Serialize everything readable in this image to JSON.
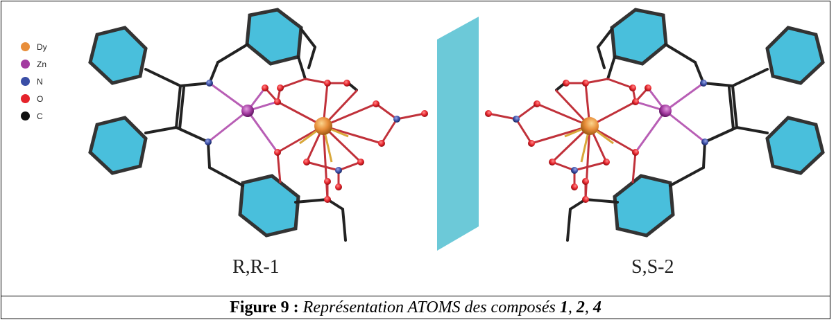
{
  "legend": [
    {
      "label": "Dy",
      "color": "#e88e3a"
    },
    {
      "label": "Zn",
      "color": "#a33aa0"
    },
    {
      "label": "N",
      "color": "#3a4ea6"
    },
    {
      "label": "O",
      "color": "#e5232b"
    },
    {
      "label": "C",
      "color": "#111111"
    }
  ],
  "compounds": {
    "left_label": "R,R-1",
    "right_label": "S,S-2"
  },
  "caption": {
    "prefix": "Figure 9 :",
    "text": " Représentation ATOMS des composés ",
    "n1": "1",
    "sep1": ", ",
    "n2": "2",
    "sep2": ", ",
    "n3": "4"
  },
  "colors": {
    "ring_fill": "#49bfdc",
    "mirror": "#6cc9d8",
    "bond_metal": "#d9a83a"
  }
}
